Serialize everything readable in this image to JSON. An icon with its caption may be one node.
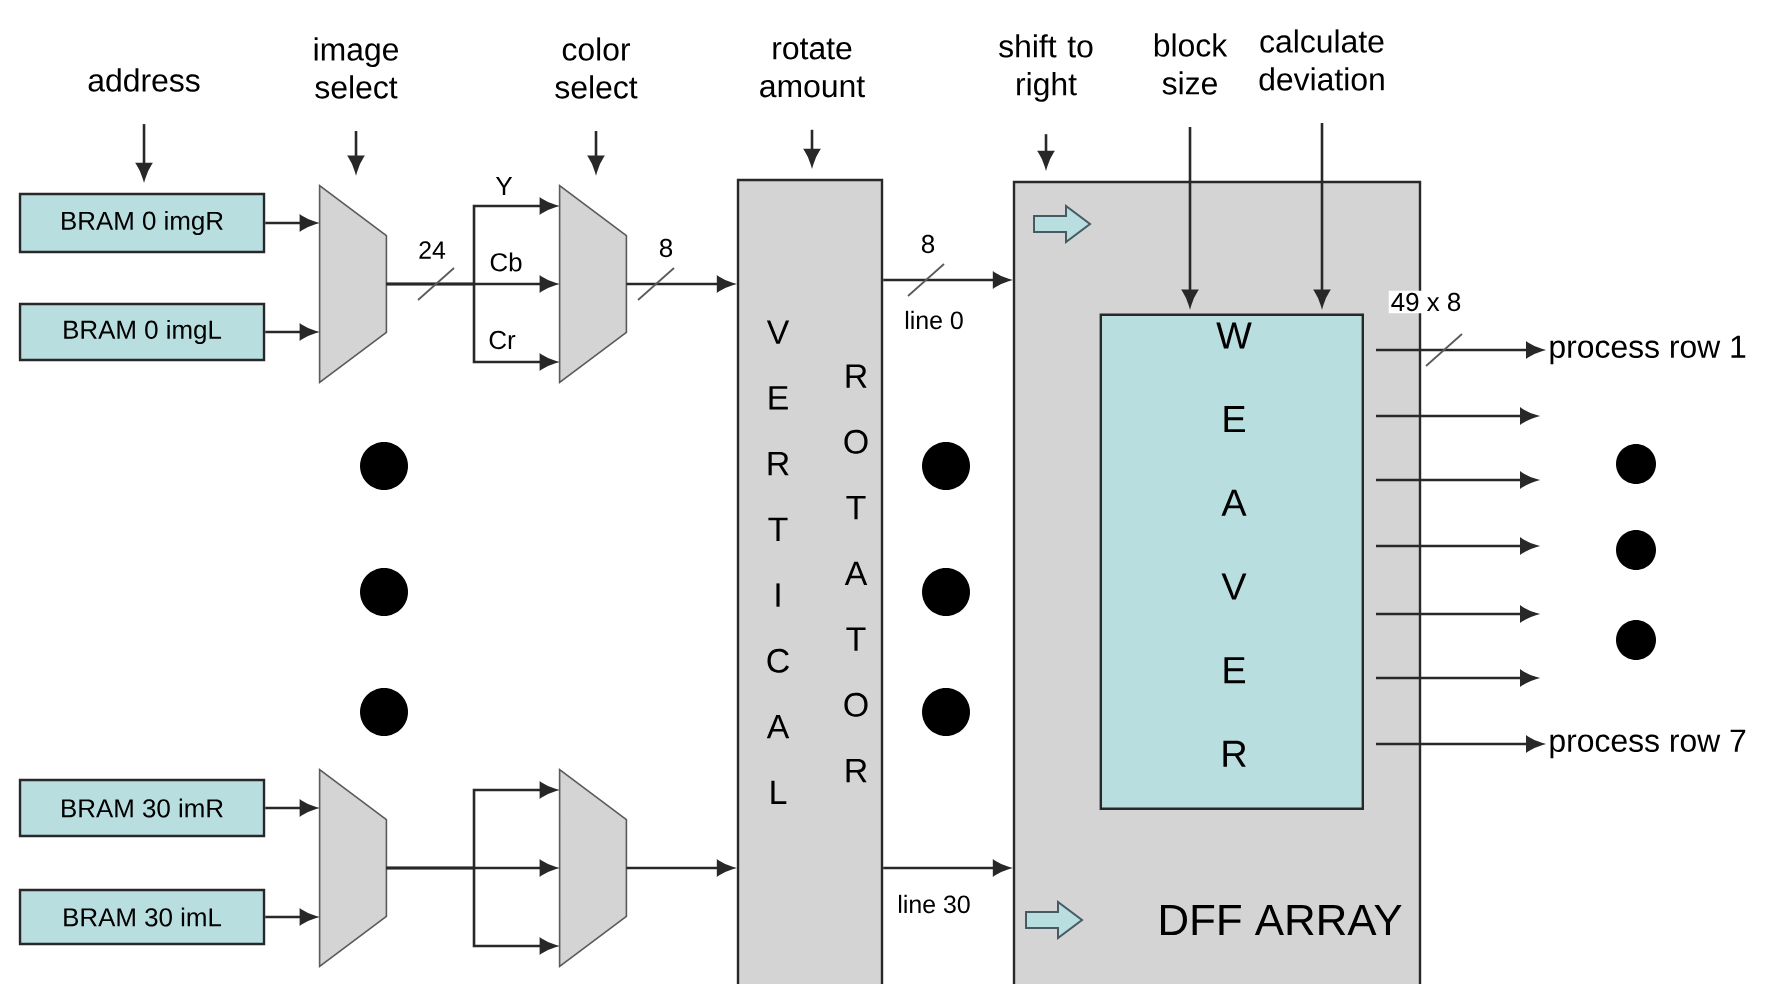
{
  "diagram": {
    "nodes": [
      {
        "text": [
          "address"
        ]
      },
      {
        "text": [
          "image select"
        ]
      },
      {
        "text": [
          "color select"
        ]
      },
      {
        "text": [
          "rotate amount"
        ]
      },
      {
        "text": [
          "shift to right"
        ]
      },
      {
        "text": [
          "block size"
        ]
      },
      {
        "text": [
          "calculate deviation"
        ]
      },
      {
        "text": [
          "BRAM 0 imgR"
        ]
      },
      {
        "text": [
          "BRAM 0 imgL"
        ]
      },
      {
        "text": [],
        "shape": "trapezoid"
      },
      {
        "text": [],
        "shape": "trapezoid"
      },
      {
        "text": [
          "VERTICAL",
          "ROTATOR"
        ]
      },
      {
        "text": [
          "DFF ARRAY"
        ]
      },
      {
        "text": [
          "WEAVER"
        ],
        "in": 12
      },
      {
        "text": [
          "BRAM 30 imR"
        ]
      },
      {
        "text": [
          "BRAM 30 imL"
        ]
      },
      {
        "text": [],
        "shape": "trapezoid"
      },
      {
        "text": [],
        "shape": "trapezoid"
      },
      {
        "text": [
          "process row 1"
        ]
      },
      {
        "text": [
          "process row 7"
        ]
      }
    ],
    "edges": [
      {
        "from": 0,
        "to": 7,
        "arrow": "to"
      },
      {
        "from": 1,
        "to": 9,
        "arrow": "to"
      },
      {
        "from": 2,
        "to": 10,
        "arrow": "to"
      },
      {
        "from": 3,
        "to": 11,
        "arrow": "to"
      },
      {
        "from": 4,
        "to": 12,
        "arrow": "to"
      },
      {
        "from": 5,
        "to": 13,
        "arrow": "to"
      },
      {
        "from": 6,
        "to": 13,
        "arrow": "to"
      },
      {
        "from": 7,
        "to": 9,
        "arrow": "to"
      },
      {
        "from": 8,
        "to": 9,
        "arrow": "to"
      },
      {
        "from": 9,
        "to": 10,
        "arrow": "to",
        "label": "Y"
      },
      {
        "from": 9,
        "to": 10,
        "arrow": "to",
        "label": "Cb"
      },
      {
        "from": 9,
        "to": 10,
        "arrow": "to",
        "label": "Cr"
      },
      {
        "from": 10,
        "to": 11,
        "arrow": "to",
        "label": "8"
      },
      {
        "from": 11,
        "to": 12,
        "arrow": "to",
        "label": "8"
      },
      {
        "from": 13,
        "to": 18,
        "arrow": "to",
        "label": "49 x 8"
      },
      {
        "from": 13,
        "to": null,
        "arrow": "to"
      },
      {
        "from": 13,
        "to": null,
        "arrow": "to"
      },
      {
        "from": 13,
        "to": null,
        "arrow": "to"
      },
      {
        "from": 13,
        "to": null,
        "arrow": "to"
      },
      {
        "from": 13,
        "to": null,
        "arrow": "to"
      },
      {
        "from": 13,
        "to": 19,
        "arrow": "to"
      },
      {
        "from": 14,
        "to": 16,
        "arrow": "to"
      },
      {
        "from": 15,
        "to": 16,
        "arrow": "to"
      },
      {
        "from": 16,
        "to": 17,
        "arrow": "to"
      },
      {
        "from": 16,
        "to": 17,
        "arrow": "to"
      },
      {
        "from": 16,
        "to": 17,
        "arrow": "to"
      },
      {
        "from": 17,
        "to": 11,
        "arrow": "to"
      },
      {
        "from": 11,
        "to": 12,
        "arrow": "to"
      }
    ],
    "labels": [
      "24",
      "line 0",
      "line 30"
    ]
  }
}
